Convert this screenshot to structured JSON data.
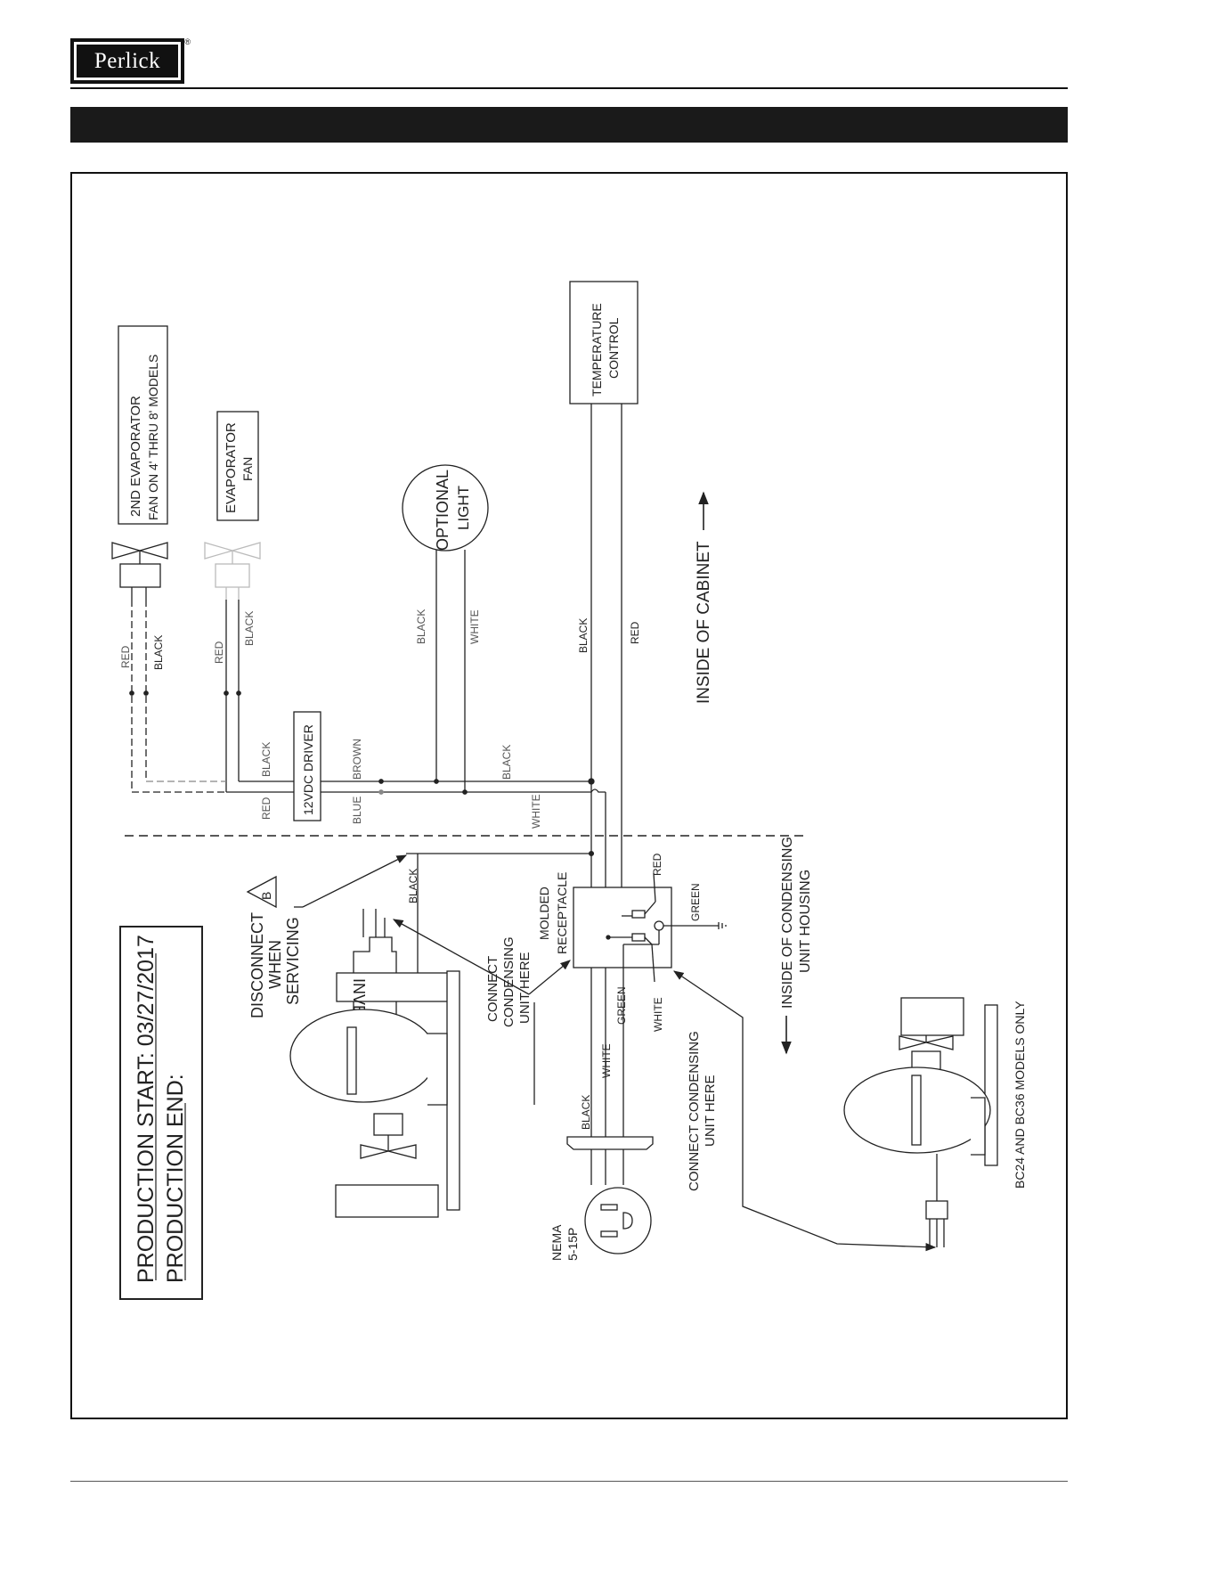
{
  "header": {
    "logo_text": "Perlick",
    "logo_mark": "®"
  },
  "diagram": {
    "production": {
      "start": "PRODUCTION START: 03/27/2017",
      "end": "PRODUCTION END:"
    },
    "components": {
      "second_evaporator_line1": "2ND EVAPORATOR",
      "second_evaporator_line2": "FAN ON 4' THRU 8' MODELS",
      "evaporator_fan_line1": "EVAPORATOR",
      "evaporator_fan_line2": "FAN",
      "optional_light_line1": "OPTIONAL",
      "optional_light_line2": "LIGHT",
      "temperature_control_line1": "TEMPERATURE",
      "temperature_control_line2": "CONTROL",
      "driver": "12VDC DRIVER",
      "inverter": "INVERTER",
      "molded_receptacle_line1": "MOLDED",
      "molded_receptacle_line2": "RECEPTACLE",
      "nema_line1": "NEMA",
      "nema_line2": "5-15P",
      "warning_symbol": "B"
    },
    "wires": {
      "red": "RED",
      "black": "BLACK",
      "white": "WHITE",
      "brown": "BROWN",
      "blue": "BLUE",
      "green": "GREEN"
    },
    "notes": {
      "inside_cabinet": "INSIDE OF CABINET",
      "inside_condensing_line1": "INSIDE OF CONDENSING",
      "inside_condensing_line2": "UNIT HOUSING",
      "disconnect_line1": "DISCONNECT",
      "disconnect_line2": "WHEN",
      "disconnect_line3": "SERVICING",
      "connect_condensing_line1": "CONNECT",
      "connect_condensing_line2": "CONDENSING",
      "connect_condensing_line3": "UNIT HERE",
      "connect_condensing2_line1": "CONNECT CONDENSING",
      "connect_condensing2_line2": "UNIT HERE",
      "bc_models": "BC24 AND BC36 MODELS ONLY"
    }
  }
}
